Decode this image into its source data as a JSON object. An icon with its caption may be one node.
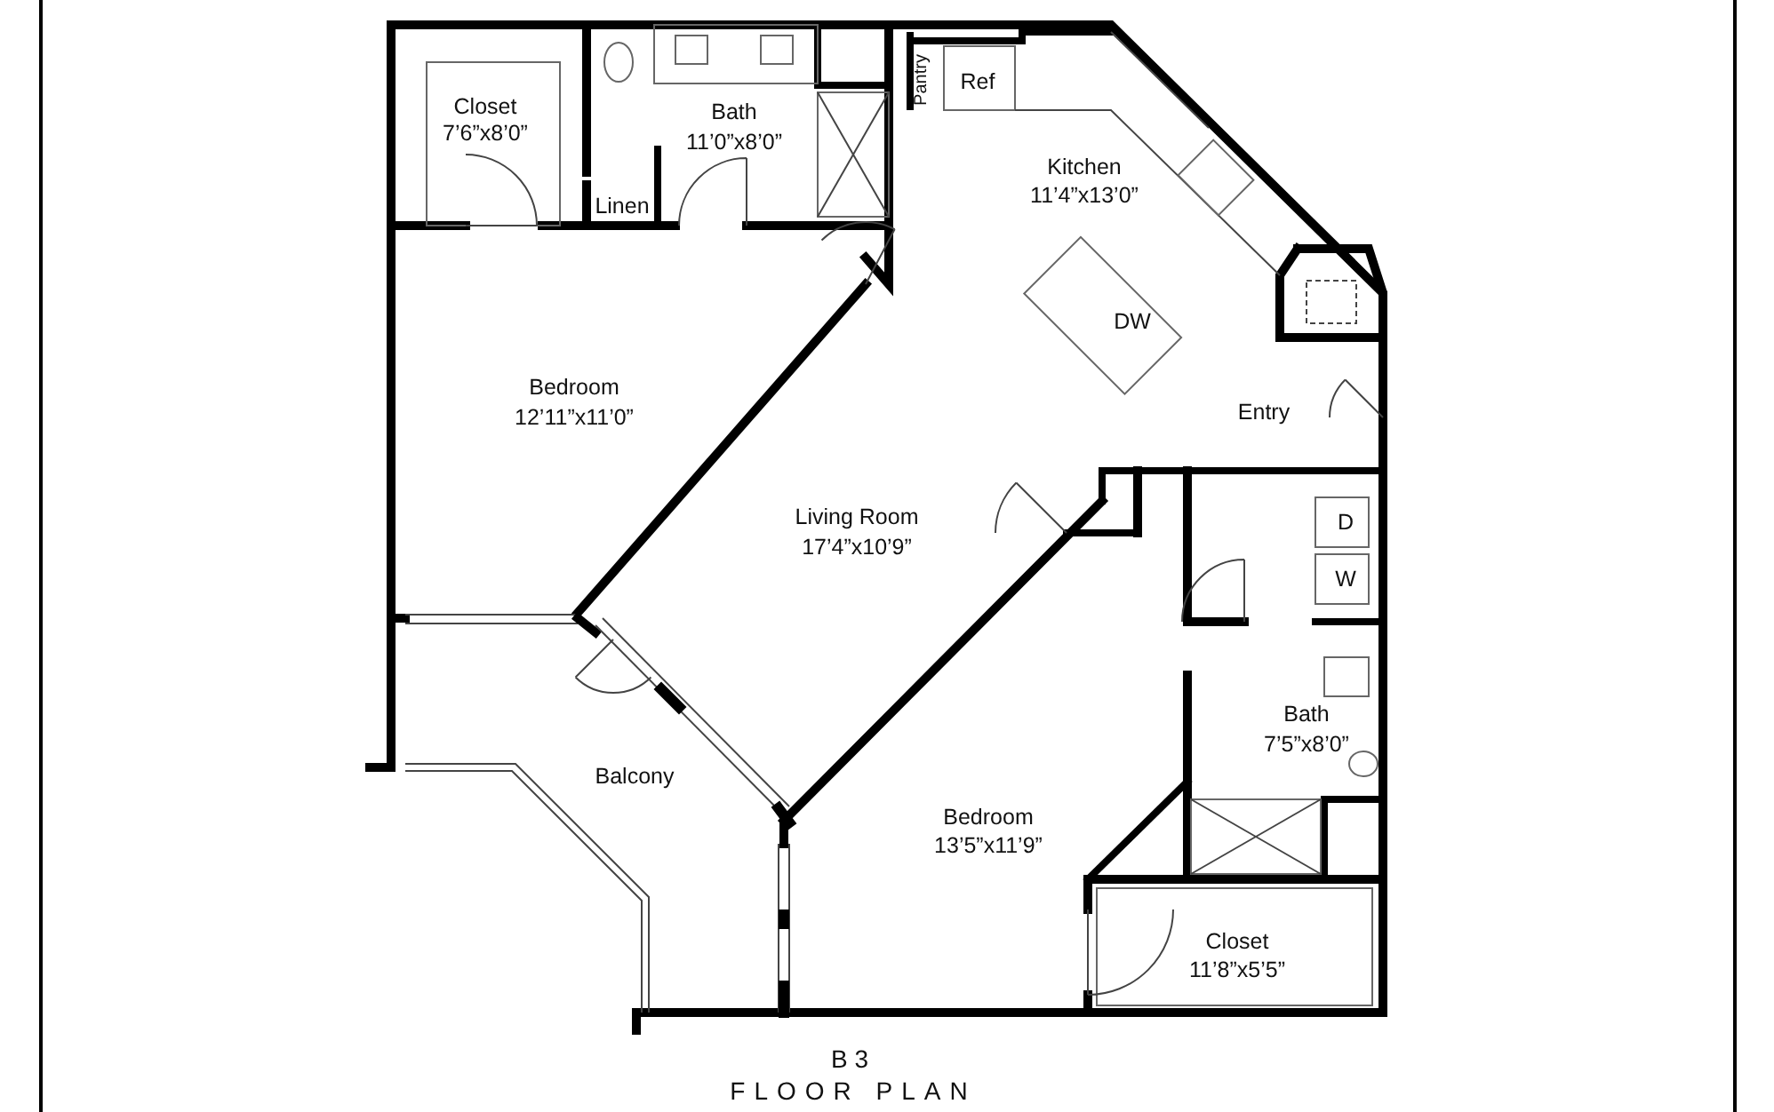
{
  "diagram": {
    "title": "B3",
    "caption": "FLOOR PLAN",
    "labels": [
      "Closet",
      "7’6”x8’0”",
      "Pantry",
      "Ref",
      "Bath",
      "11’0”x8’0”",
      "Linen",
      "Kitchen",
      "11’4”x13’0”",
      "DW",
      "Bedroom",
      "12’11”x11’0”",
      "Entry",
      "Living Room",
      "17’4”x10’9”",
      "D",
      "W",
      "Bath",
      "7’5”x8’0”",
      "Balcony",
      "Bedroom",
      "13’5”x11’9”",
      "Closet",
      "11’8”x5’5”"
    ]
  }
}
